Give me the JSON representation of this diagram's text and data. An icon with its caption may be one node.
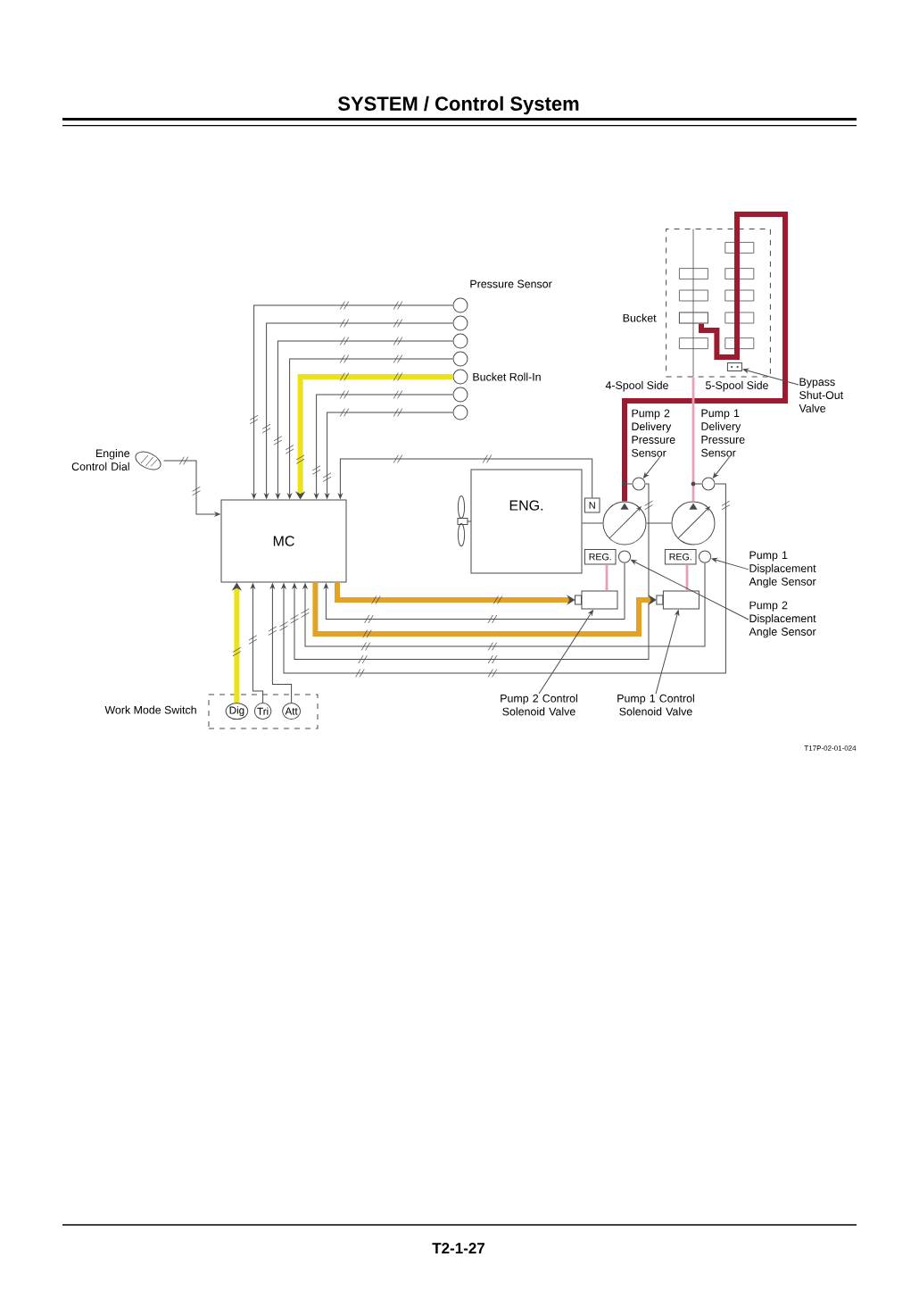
{
  "diagram": {
    "title": "SYSTEM / Control System",
    "nodes": [
      {
        "text": [
          "MC"
        ]
      },
      {
        "text": [],
        "shape": "picture",
        "beside": [
          "Engine Control Dial"
        ]
      },
      {
        "text": [],
        "shape": "circle"
      },
      {
        "text": [],
        "shape": "circle"
      },
      {
        "text": [],
        "shape": "circle"
      },
      {
        "text": [],
        "shape": "circle"
      },
      {
        "text": [],
        "shape": "circle",
        "beside": [
          "Bucket Roll-In"
        ]
      },
      {
        "text": [],
        "shape": "circle"
      },
      {
        "text": [],
        "shape": "circle"
      },
      {
        "text": [],
        "shape": "box",
        "beside": [
          "4-Spool Side",
          "5-Spool Side"
        ]
      },
      {
        "text": [],
        "shape": "box",
        "in": 9,
        "beside": [
          "Bucket"
        ]
      },
      {
        "text": [],
        "shape": "box",
        "in": 9
      },
      {
        "text": [
          "Bypass Shut-Out Valve"
        ]
      },
      {
        "text": [
          "Pump 2 Delivery Pressure Sensor"
        ]
      },
      {
        "text": [
          "Pump 1 Delivery Pressure Sensor"
        ]
      },
      {
        "text": [],
        "shape": "circle"
      },
      {
        "text": [],
        "shape": "circle"
      },
      {
        "text": [
          "ENG."
        ]
      },
      {
        "text": [
          "N"
        ]
      },
      {
        "text": [],
        "shape": "circle"
      },
      {
        "text": [],
        "shape": "circle"
      },
      {
        "text": [
          "REG."
        ]
      },
      {
        "text": [],
        "shape": "circle"
      },
      {
        "text": [
          "REG."
        ]
      },
      {
        "text": [],
        "shape": "circle"
      },
      {
        "text": [
          "Pump 1 Displacement Angle Sensor"
        ]
      },
      {
        "text": [
          "Pump 2 Displacement Angle Sensor"
        ]
      },
      {
        "text": [],
        "shape": "box"
      },
      {
        "text": [],
        "shape": "box"
      },
      {
        "text": [
          "Pump 2 Control Solenoid Valve"
        ]
      },
      {
        "text": [
          "Pump 1 Control Solenoid Valve"
        ]
      },
      {
        "text": [],
        "shape": "box",
        "beside": [
          "Work Mode Switch"
        ]
      },
      {
        "text": [
          "Dig"
        ],
        "in": 31
      },
      {
        "text": [
          "Tri"
        ],
        "in": 31
      },
      {
        "text": [
          "Att"
        ],
        "in": 31
      }
    ],
    "edges": [
      {
        "from": 1,
        "to": 0,
        "arrow": "to"
      },
      {
        "from": 2,
        "to": 0,
        "arrow": "to"
      },
      {
        "from": 3,
        "to": 0,
        "arrow": "to"
      },
      {
        "from": 4,
        "to": 0,
        "arrow": "to"
      },
      {
        "from": 5,
        "to": 0,
        "arrow": "to"
      },
      {
        "from": 6,
        "to": 0,
        "arrow": "to",
        "style": "thick",
        "color": "#ece21c"
      },
      {
        "from": 7,
        "to": 0,
        "arrow": "to"
      },
      {
        "from": 8,
        "to": 0,
        "arrow": "to"
      },
      {
        "from": 18,
        "to": 0,
        "arrow": "to"
      },
      {
        "from": 15,
        "to": 0,
        "arrow": "to"
      },
      {
        "from": 16,
        "to": 0,
        "arrow": "to"
      },
      {
        "from": 24,
        "to": 0,
        "arrow": "to"
      },
      {
        "from": 22,
        "to": 0,
        "arrow": "to"
      },
      {
        "from": 0,
        "to": 27,
        "arrow": "to",
        "style": "thick",
        "color": "#e3a126"
      },
      {
        "from": 0,
        "to": 28,
        "arrow": "to",
        "style": "thick",
        "color": "#e3a126"
      },
      {
        "from": 32,
        "to": 0,
        "arrow": "to",
        "style": "thick",
        "color": "#ece21c"
      },
      {
        "from": 33,
        "to": 0,
        "arrow": "to"
      },
      {
        "from": 34,
        "to": 0,
        "arrow": "to"
      },
      {
        "from": 17,
        "to": 19,
        "arrow": "none"
      },
      {
        "from": 19,
        "to": 20,
        "arrow": "none"
      },
      {
        "from": 19,
        "to": 10,
        "arrow": "none",
        "style": "thick",
        "color": "#9c1b2f"
      },
      {
        "from": 20,
        "to": 9,
        "arrow": "none",
        "color": "#e8a0b2"
      },
      {
        "from": 27,
        "to": 21,
        "arrow": "none",
        "color": "#e8a0b2"
      },
      {
        "from": 28,
        "to": 23,
        "arrow": "none",
        "color": "#e8a0b2"
      },
      {
        "from": 12,
        "to": 11,
        "arrow": "to"
      },
      {
        "from": 13,
        "to": 15,
        "arrow": "to"
      },
      {
        "from": 14,
        "to": 16,
        "arrow": "to"
      },
      {
        "from": 25,
        "to": 24,
        "arrow": "to"
      },
      {
        "from": 26,
        "to": 22,
        "arrow": "to"
      },
      {
        "from": 29,
        "to": 27,
        "arrow": "to"
      },
      {
        "from": 30,
        "to": 28,
        "arrow": "to"
      },
      {
        "from": 19,
        "to": 15,
        "arrow": "none"
      },
      {
        "from": 20,
        "to": 16,
        "arrow": "none"
      }
    ],
    "labels": [
      "Pressure Sensor",
      "T17P-02-01-024",
      "T2-1-27"
    ]
  }
}
